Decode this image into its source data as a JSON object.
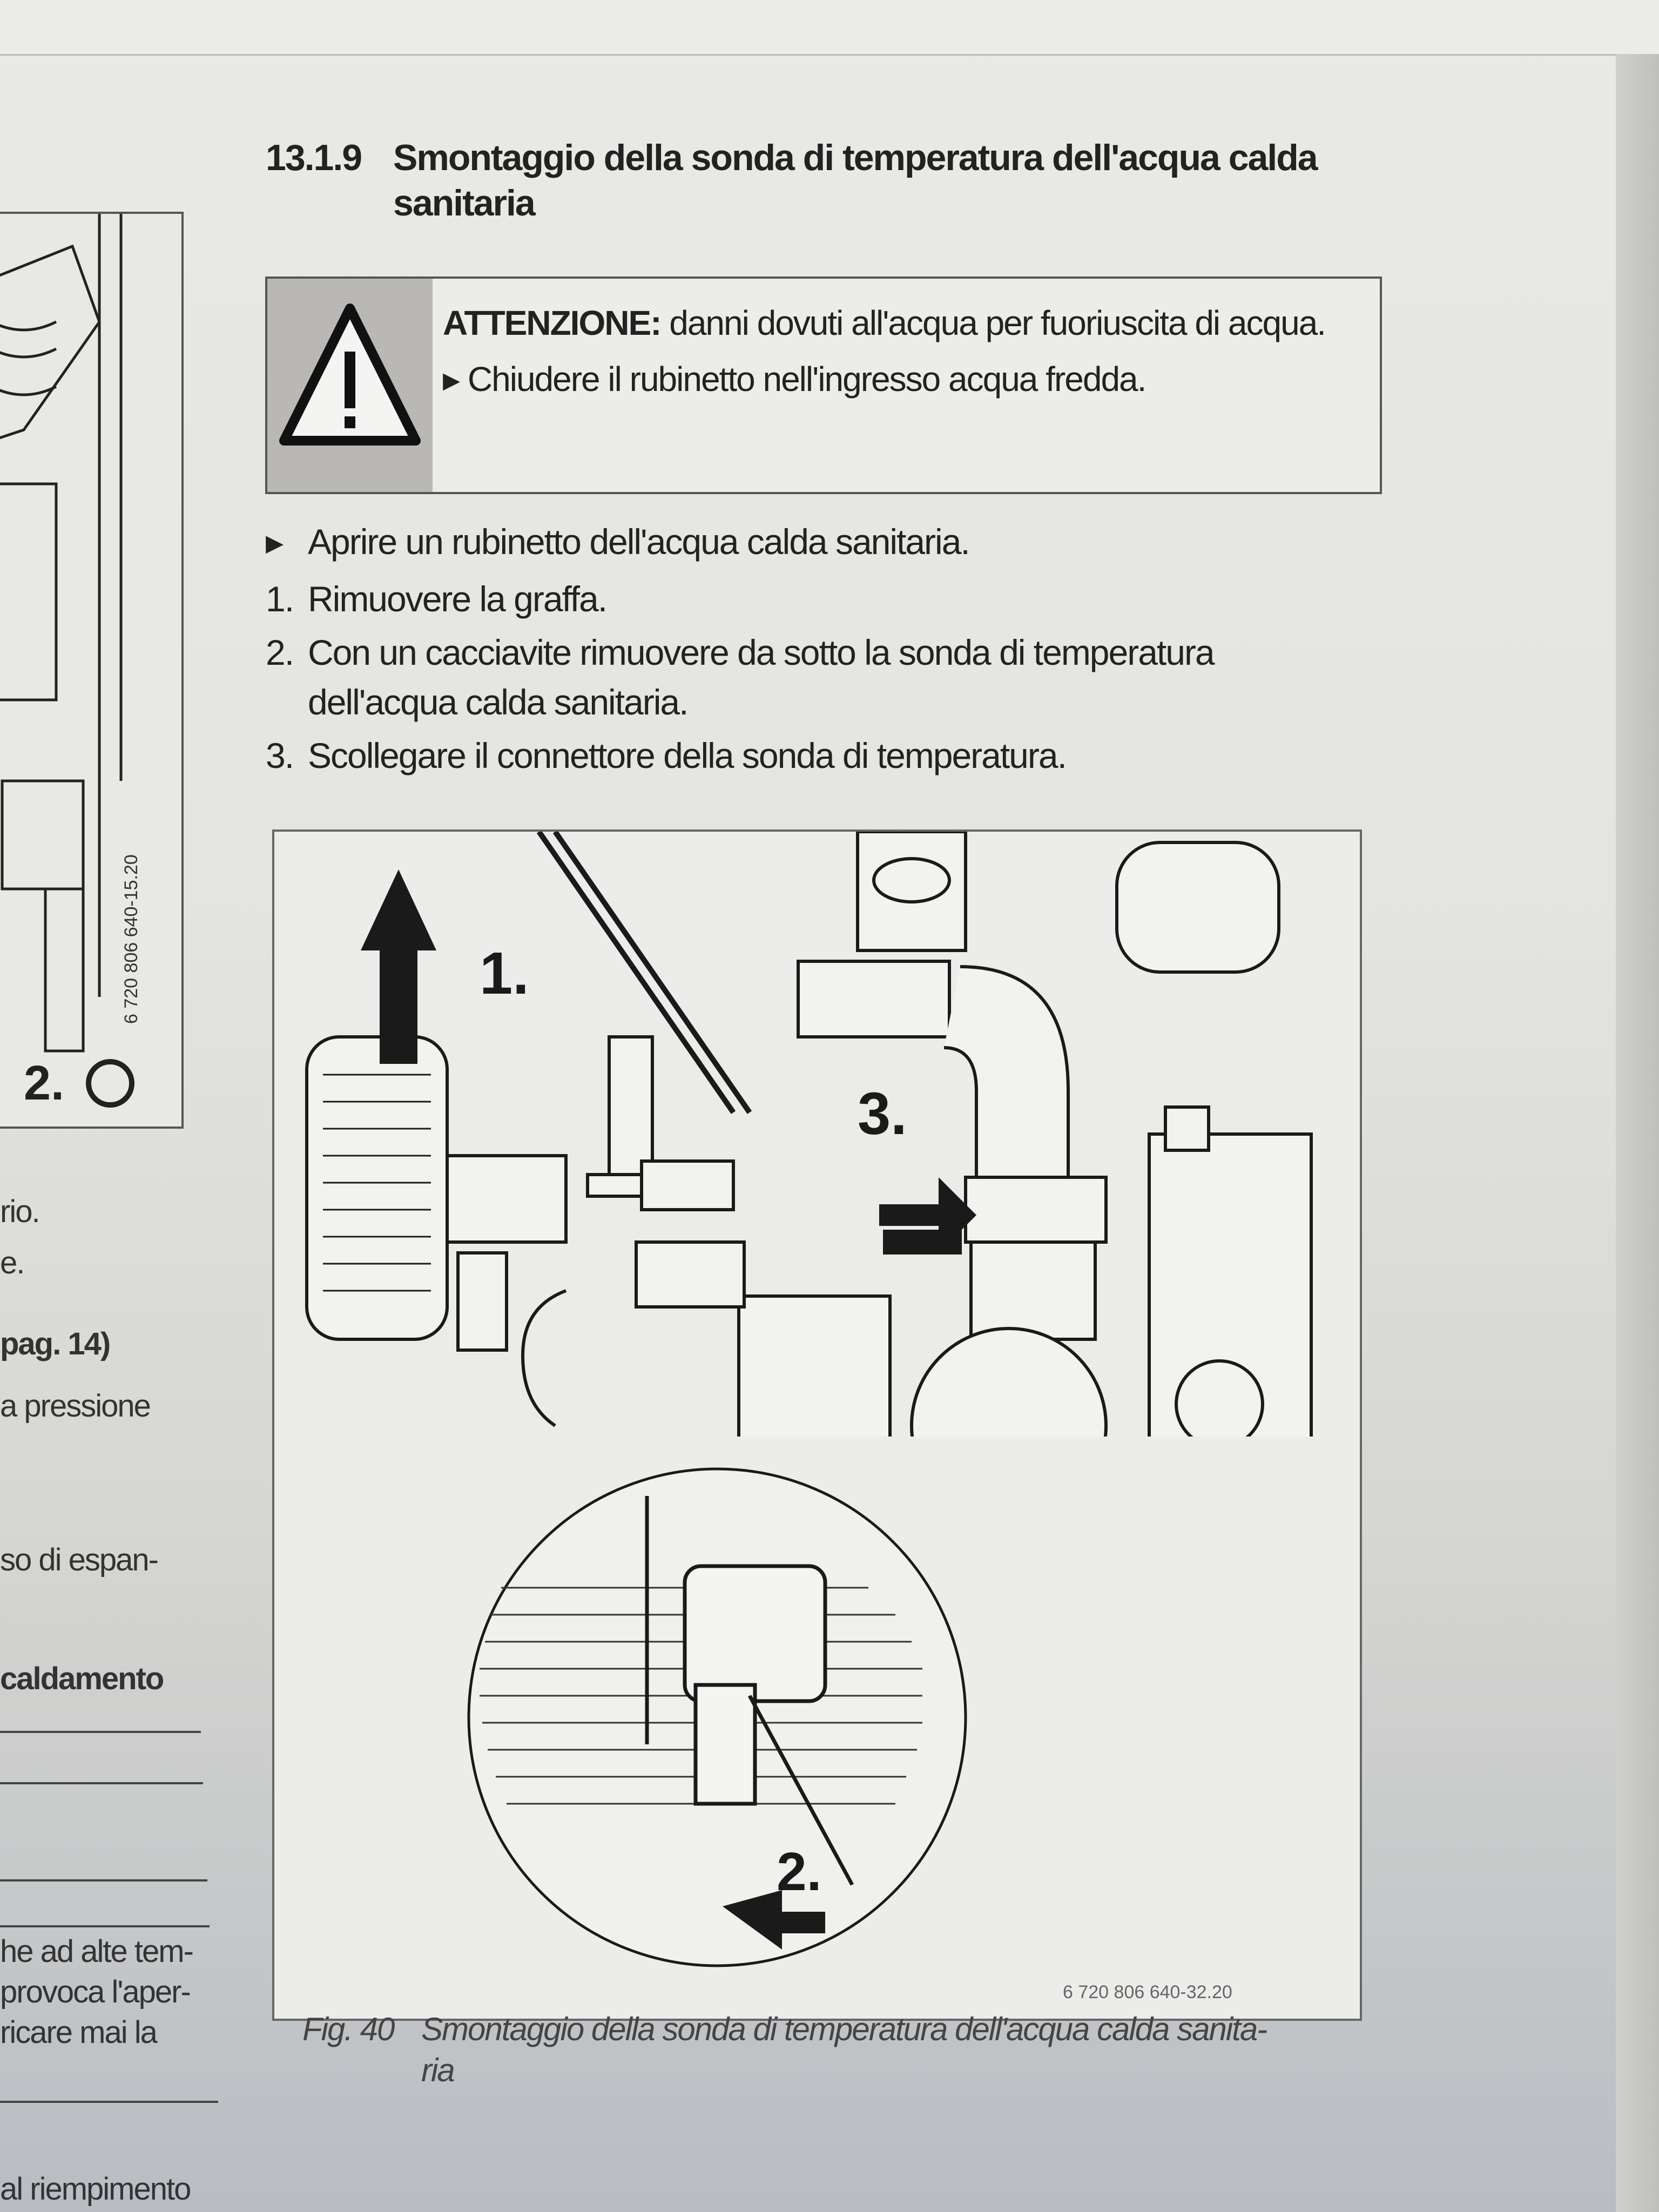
{
  "section": {
    "number": "13.1.9",
    "title": "Smontaggio della sonda di temperatura dell'acqua calda sanitaria"
  },
  "warning": {
    "icon": "warning-triangle-icon",
    "label": "ATTENZIONE:",
    "text": " danni dovuti all'acqua per fuoriuscita di acqua.",
    "action": "Chiudere il rubinetto nell'ingresso acqua fredda."
  },
  "steps": {
    "intro": "Aprire un rubinetto dell'acqua calda sanitaria.",
    "items": [
      {
        "n": "1.",
        "text": "Rimuovere la graffa."
      },
      {
        "n": "2.",
        "text": "Con un cacciavite rimuovere da sotto la sonda di temperatura",
        "cont": "dell'acqua calda sanitaria."
      },
      {
        "n": "3.",
        "text": "Scollegare il connettore della sonda di temperatura."
      }
    ]
  },
  "figure": {
    "callouts": [
      "1.",
      "2.",
      "3."
    ],
    "code": "6 720 806 640-32.20",
    "caption_number": "Fig. 40",
    "caption_text": "Smontaggio della sonda di temperatura dell'acqua calda sanita-",
    "caption_cont": "ria"
  },
  "left_column": {
    "figure_code": "6 720 806 640-15.20",
    "figure_callout": "2.",
    "fragments": [
      "rio.",
      "e.",
      "pag. 14)",
      "a pressione",
      "so di espan-",
      "caldamento",
      "he ad alte tem-",
      "provoca l'aper-",
      "ricare mai la",
      "al riempimento"
    ]
  }
}
